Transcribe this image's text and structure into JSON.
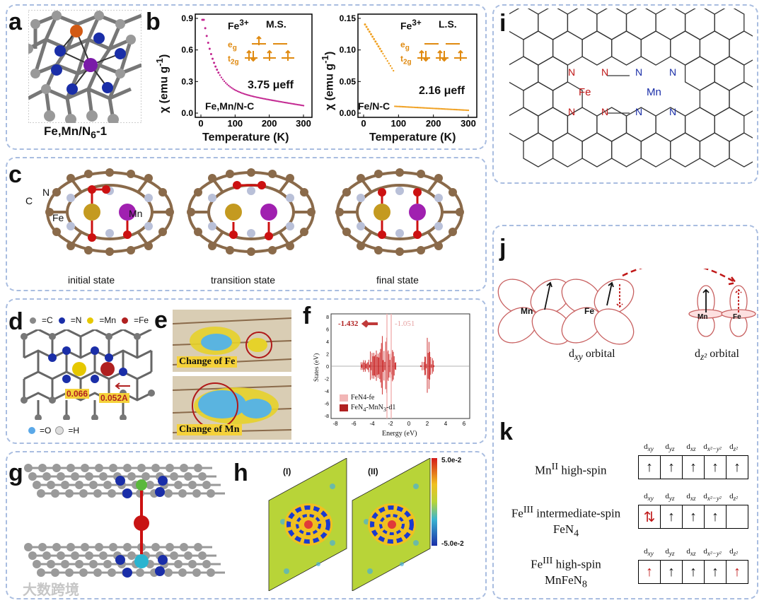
{
  "panels": {
    "a": {
      "letter": "a",
      "caption": "Fe,Mn/N",
      "caption_sub": "6",
      "caption_suffix": "-1"
    },
    "b": {
      "letter": "b",
      "left": {
        "ion": "Fe",
        "ion_sup": "3+",
        "state": "M.S.",
        "eg": "e",
        "eg_sub": "g",
        "t2g": "t",
        "t2g_sub": "2g",
        "moment": "3.75 μeff",
        "sample": "Fe,Mn/N-C",
        "ylabel": "χ (emu g",
        "ylabel_sup": "-1",
        "ylabel_end": ")",
        "xlabel": "Temperature (K)",
        "xticks": [
          "0",
          "100",
          "200",
          "300"
        ],
        "yticks": [
          "0.0",
          "0.3",
          "0.6",
          "0.9"
        ],
        "color": "#c2248f"
      },
      "right": {
        "ion": "Fe",
        "ion_sup": "3+",
        "state": "L.S.",
        "eg": "e",
        "eg_sub": "g",
        "t2g": "t",
        "t2g_sub": "2g",
        "moment": "2.16 μeff",
        "sample": "Fe/N-C",
        "ylabel": "χ (emu g",
        "ylabel_sup": "-1",
        "ylabel_end": ")",
        "xlabel": "Temperature (K)",
        "xticks": [
          "0",
          "100",
          "200",
          "300"
        ],
        "yticks": [
          "0.00",
          "0.05",
          "0.10",
          "0.15"
        ],
        "color": "#f0a020"
      }
    },
    "c": {
      "letter": "c",
      "atoms": {
        "c": "C",
        "n": "N",
        "fe": "Fe",
        "mn": "Mn"
      },
      "states": [
        "initial state",
        "transition state",
        "final state"
      ]
    },
    "d": {
      "letter": "d",
      "legend": [
        "=C",
        "=N",
        "=Mn",
        "=Fe"
      ],
      "legend2": [
        "=O",
        "=H"
      ],
      "dist1": "0.066",
      "dist2": "0.052A"
    },
    "e": {
      "letter": "e",
      "label_top": "Change of Fe",
      "label_bottom": "Change of Mn"
    },
    "f": {
      "letter": "f",
      "ylabel": "States (eV)",
      "xlabel": "Energy (eV)",
      "val1": "-1.432",
      "val2": "-1.051",
      "legend": [
        "FeN4-fe",
        "FeN",
        "4",
        "-MnN",
        "3",
        "-d1"
      ],
      "xticks": [
        "-8",
        "-6",
        "-4",
        "-2",
        "0",
        "2",
        "4",
        "6"
      ],
      "yticks": [
        "8",
        "6",
        "4",
        "2",
        "0",
        "-2",
        "-4",
        "-6",
        "-8"
      ]
    },
    "g": {
      "letter": "g"
    },
    "h": {
      "letter": "h",
      "sub1": "(I)",
      "sub2": "(II)",
      "scale_max": "5.0e-2",
      "scale_min": "-5.0e-2"
    },
    "i": {
      "letter": "i",
      "atoms": {
        "fe": "Fe",
        "mn": "Mn",
        "n": "N"
      }
    },
    "j": {
      "letter": "j",
      "mn": "Mn",
      "fe": "Fe",
      "orb1": "d",
      "orb1_sub": "xy",
      "orb1_suffix": " orbital",
      "orb2": "d",
      "orb2_sub": "z²",
      "orb2_suffix": " orbital"
    },
    "k": {
      "letter": "k",
      "headers": [
        "d",
        "xy",
        "d",
        "yz",
        "d",
        "xz",
        "d",
        "x²−y²",
        "d",
        "z²"
      ],
      "rows": [
        {
          "line1": "Mn",
          "sup": "II",
          "line1_end": " high-spin",
          "line2": "",
          "cells": [
            "↑",
            "↑",
            "↑",
            "↑",
            "↑"
          ]
        },
        {
          "line1": "Fe",
          "sup": "III",
          "line1_end": " intermediate-spin",
          "line2": "FeN",
          "line2_sub": "4",
          "cells": [
            "⇅",
            "↑",
            "↑",
            "↑",
            ""
          ]
        },
        {
          "line1": "Fe",
          "sup": "III",
          "line1_end": " high-spin",
          "line2": "MnFeN",
          "line2_sub": "8",
          "cells": [
            "↑",
            "↑",
            "↑",
            "↑",
            "↑"
          ]
        }
      ]
    }
  },
  "watermark": "大数跨境"
}
